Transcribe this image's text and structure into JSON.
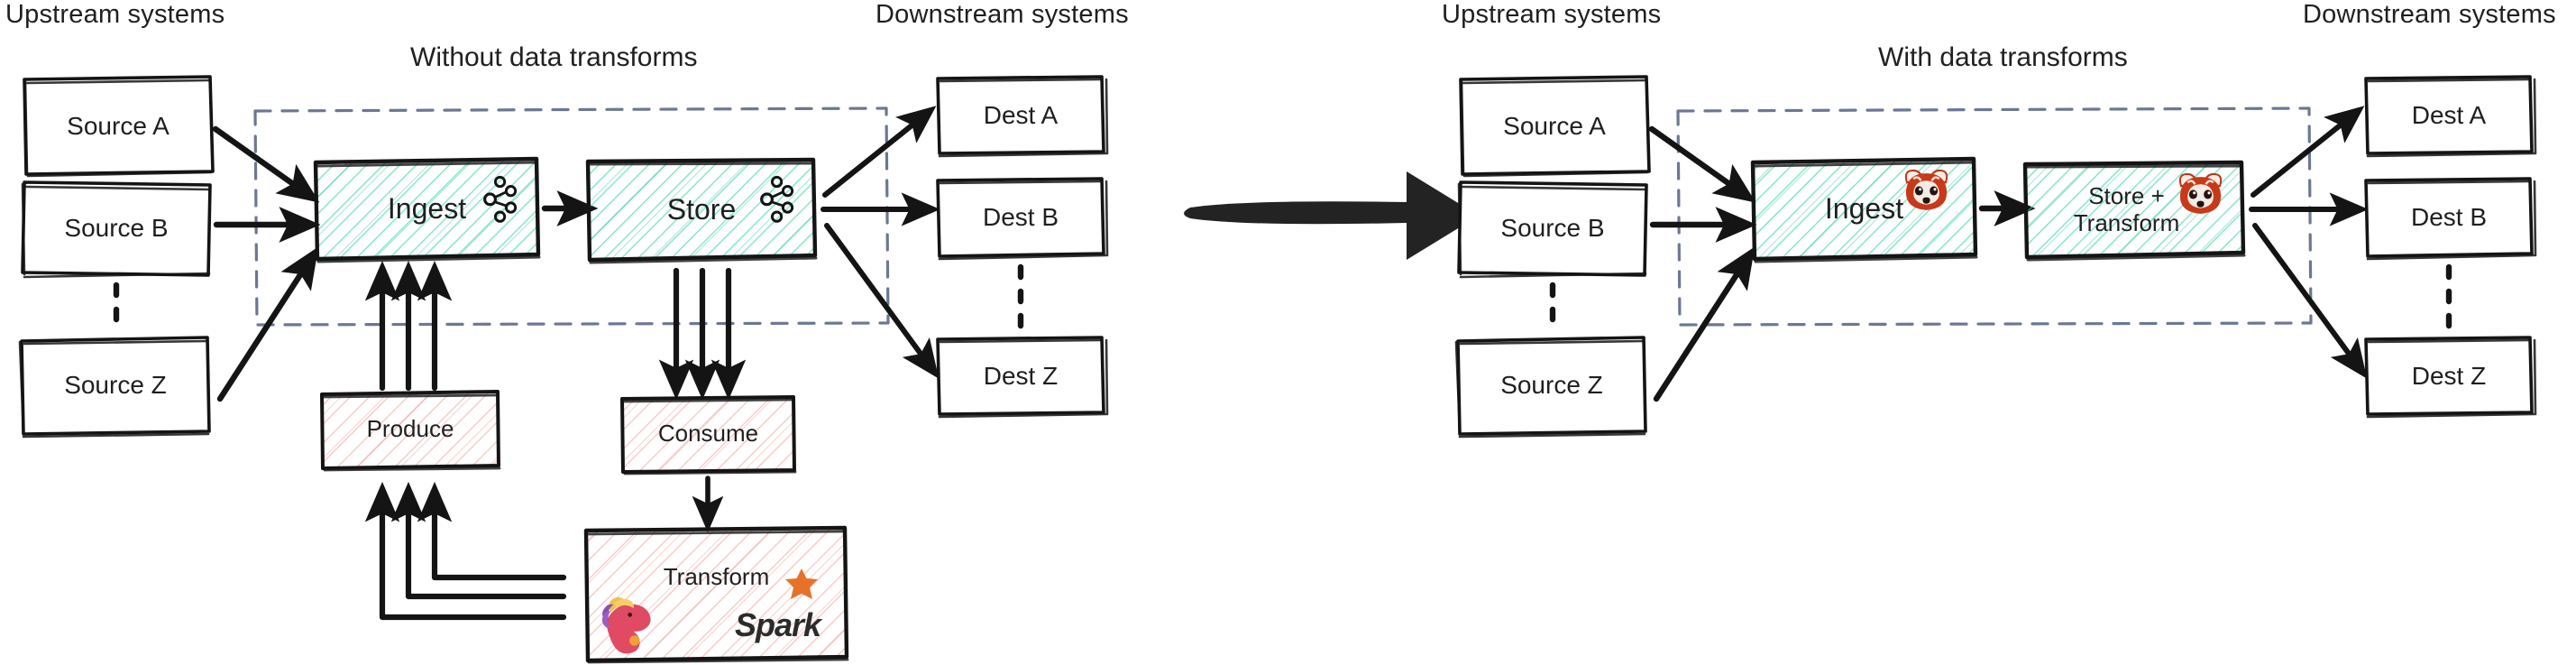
{
  "diagram": {
    "title_left": "Without data transforms",
    "title_right": "With data transforms",
    "headers": {
      "upstream_left": "Upstream systems",
      "downstream_left": "Downstream systems",
      "upstream_right": "Upstream systems",
      "downstream_right": "Downstream systems"
    },
    "colors": {
      "teal_hatch": "#3ed9b0",
      "pink_hatch": "#f3a0a0",
      "dashed_boundary": "#6b7794",
      "stroke": "#141414",
      "text": "#1f1f1f",
      "spark_orange": "#e8712a",
      "redpanda_red": "#c23a17"
    },
    "left_panel": {
      "sources": [
        {
          "label": "Source A"
        },
        {
          "label": "Source B"
        },
        {
          "label": "Source Z"
        }
      ],
      "source_ellipsis": "vertical-dots",
      "pipeline": [
        {
          "label": "Ingest",
          "icon": "kafka-logo-icon",
          "fill": "teal"
        },
        {
          "label": "Store",
          "icon": "kafka-logo-icon",
          "fill": "teal"
        }
      ],
      "external": [
        {
          "label": "Produce",
          "icon": "none",
          "fill": "pink"
        },
        {
          "label": "Consume",
          "icon": "none",
          "fill": "pink"
        },
        {
          "label": "Transform",
          "icon": "flink-squirrel-icon,spark-logo-icon",
          "fill": "pink"
        }
      ],
      "destinations": [
        {
          "label": "Dest A"
        },
        {
          "label": "Dest B"
        },
        {
          "label": "Dest Z"
        }
      ],
      "dest_ellipsis": "vertical-dots"
    },
    "center": {
      "arrow": "big-right-arrow-icon"
    },
    "right_panel": {
      "sources": [
        {
          "label": "Source A"
        },
        {
          "label": "Source B"
        },
        {
          "label": "Source Z"
        }
      ],
      "source_ellipsis": "vertical-dots",
      "pipeline": [
        {
          "label": "Ingest",
          "icon": "redpanda-logo-icon",
          "fill": "teal"
        },
        {
          "label": "Store +\nTransform",
          "icon": "redpanda-logo-icon",
          "fill": "teal"
        }
      ],
      "destinations": [
        {
          "label": "Dest A"
        },
        {
          "label": "Dest B"
        },
        {
          "label": "Dest Z"
        }
      ],
      "dest_ellipsis": "vertical-dots"
    },
    "spark_wordmark": "Spark"
  }
}
